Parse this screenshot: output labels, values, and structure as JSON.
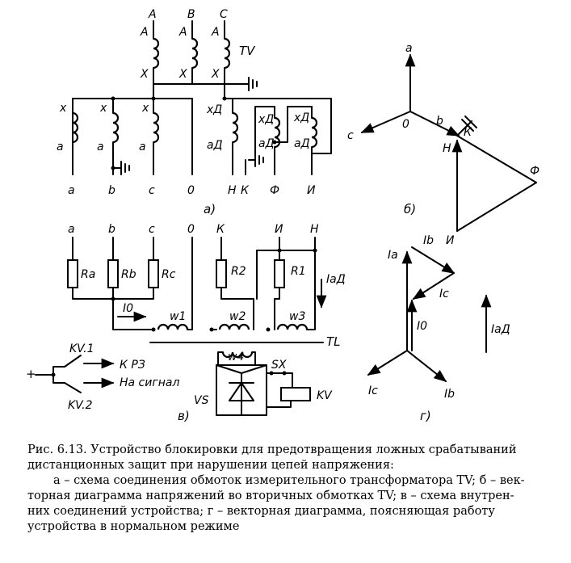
{
  "panel_a": {
    "tv_phase_tops": [
      "A",
      "B",
      "C"
    ],
    "tv_winding_top": [
      "A",
      "A",
      "A"
    ],
    "tv_winding_bottom": [
      "X",
      "X",
      "X"
    ],
    "tv_label": "TV",
    "main_winding_top": [
      "x",
      "x",
      "x"
    ],
    "main_winding_bottom": [
      "a",
      "a",
      "a"
    ],
    "add_winding_top": [
      "xД",
      "xД",
      "xД"
    ],
    "add_winding_bottom": [
      "aД",
      "aД",
      "aД"
    ],
    "terminals": [
      "a",
      "b",
      "c",
      "0",
      "Н",
      "К",
      "Ф",
      "И"
    ],
    "caption": "а)"
  },
  "panel_b": {
    "labels": [
      "a",
      "c",
      "0",
      "b",
      "К",
      "Н",
      "Ф",
      "И"
    ],
    "caption": "б)"
  },
  "panel_v": {
    "terminals": [
      "a",
      "b",
      "c",
      "0",
      "К",
      "И",
      "Н"
    ],
    "resistors": [
      "Ra",
      "Rb",
      "Rc",
      "R2",
      "R1"
    ],
    "currents": [
      "I0",
      "IaД"
    ],
    "windings": [
      "w1",
      "w2",
      "w3",
      "w4"
    ],
    "tl_label": "TL",
    "sx_label": "SX",
    "vs_label": "VS",
    "kv_label": "KV",
    "kv1_label": "KV.1",
    "kv2_label": "KV.2",
    "plus": "+",
    "out1": "К РЗ",
    "out2": "На сигнал",
    "caption": "в)"
  },
  "panel_g": {
    "vectors": [
      "Ia",
      "Ib",
      "Ic",
      "I0",
      "Ic",
      "Ib",
      "IaД"
    ],
    "caption": "г)"
  },
  "figure_caption": {
    "line1": "Рис. 6.13. Устройство блокировки для предотвращения ложных срабатываний",
    "line2": "дистанционных защит при нарушении цепей напряжения:",
    "line3": "а – схема соединения обмоток измерительного трансформатора TV; б – век-",
    "line4": "торная диаграмма напряжений во вторичных обмотках TV; в – схема внутрен-",
    "line5": "них соединений устройства; г – векторная диаграмма, поясняющая работу",
    "line6": "устройства в нормальном режиме"
  }
}
